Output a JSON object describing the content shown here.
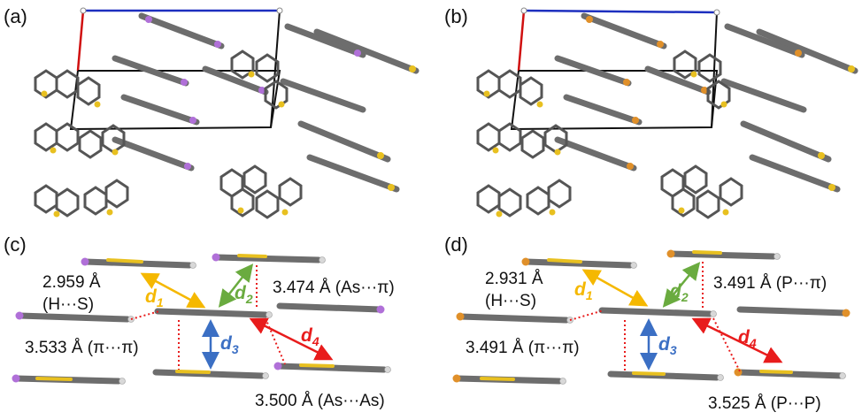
{
  "panels": {
    "a": "(a)",
    "b": "(b)",
    "c": "(c)",
    "d": "(d)"
  },
  "panel_c": {
    "hs_value": "2.959 Å",
    "hs_label": "(H···S)",
    "pipi": "3.533 Å (π···π)",
    "aspi": "3.474 Å (As···π)",
    "asas": "3.500 Å (As···As)"
  },
  "panel_d": {
    "hs_value": "2.931 Å",
    "hs_label": "(H···S)",
    "pipi": "3.491 Å (π···π)",
    "ppi": "3.491 Å (P···π)",
    "pp": "3.525 Å (P···P)"
  },
  "distances": {
    "d1": "d",
    "d1_sub": "1",
    "d2": "d",
    "d2_sub": "2",
    "d3": "d",
    "d3_sub": "3",
    "d4": "d",
    "d4_sub": "4"
  },
  "colors": {
    "d1": "#f5b800",
    "d2": "#6aab3f",
    "d3": "#3b6fc4",
    "d4": "#e81c1c",
    "contact": "#e81c1c",
    "sulfur": "#e8c020",
    "arsenic": "#b070d8",
    "phosphorus": "#e0902a",
    "carbon": "#7a7a7a",
    "cell_a": "#1d2fbf",
    "cell_c": "#d01010",
    "cell_b": "#111111"
  }
}
